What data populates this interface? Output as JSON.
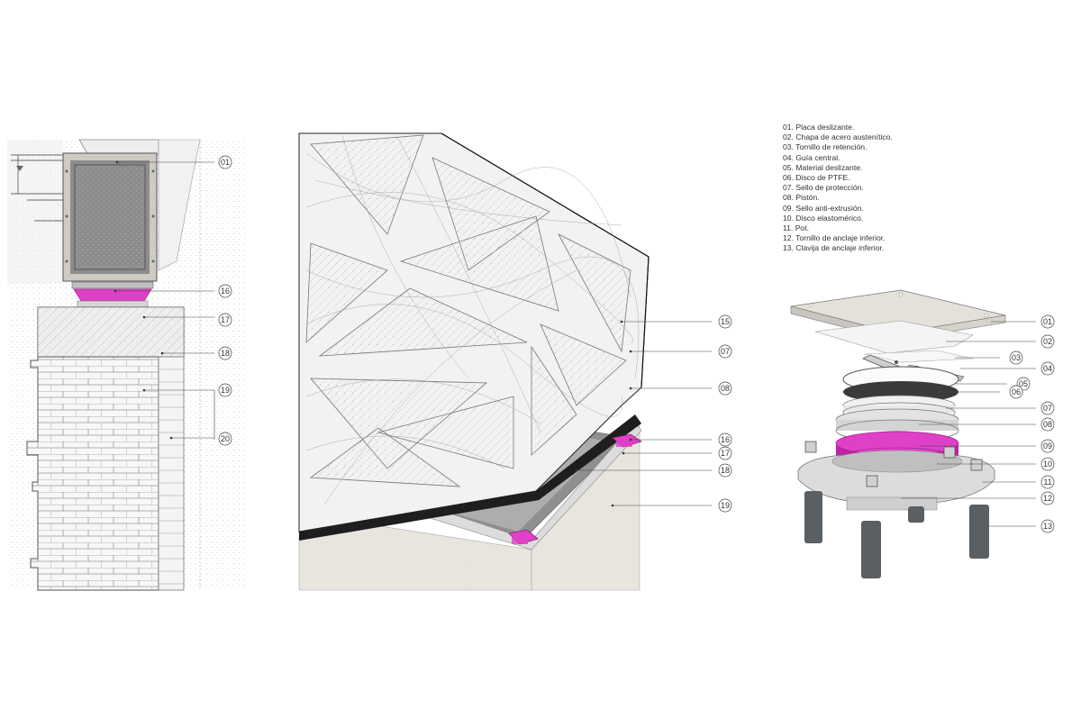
{
  "panels": {
    "section": {
      "callouts": [
        "01",
        "16",
        "17",
        "18",
        "19",
        "20"
      ]
    },
    "axonometric": {
      "callouts": [
        "15",
        "07",
        "08",
        "16",
        "17",
        "18",
        "19"
      ]
    },
    "exploded": {
      "callouts": [
        "01",
        "02",
        "03",
        "04",
        "05",
        "06",
        "07",
        "08",
        "09",
        "10",
        "11",
        "12",
        "13"
      ]
    }
  },
  "legend": [
    "01. Placa deslizante.",
    "02. Chapa de acero austenítico.",
    "03. Tornillo de retención.",
    "04. Guía central.",
    "05. Material deslizante.",
    "06. Disco de PTFE.",
    "07. Sello de protección.",
    "08. Pistón.",
    "09. Sello anti-extrusión.",
    "10. Disco elastomérico.",
    "11. Pot.",
    "12. Tornillo de anclaje inferior.",
    "13. Clavija de anclaje inferior."
  ],
  "colors": {
    "accent_magenta": "#e040c8",
    "concrete": "#e6e3dc",
    "steel_dark": "#5a5f63"
  }
}
